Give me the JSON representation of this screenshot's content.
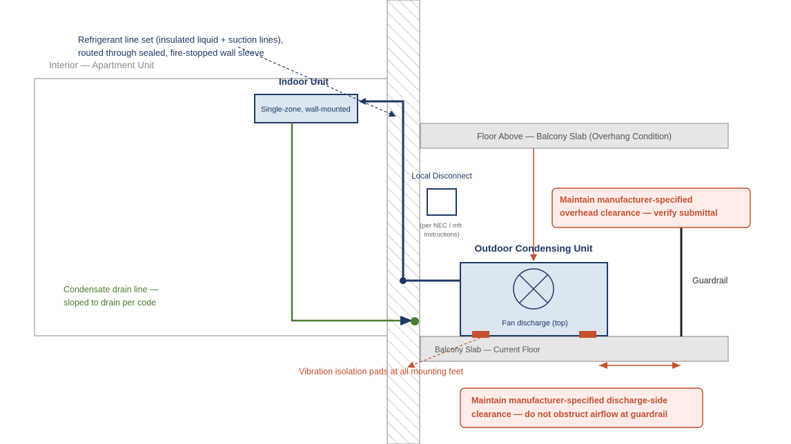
{
  "labels": {
    "refrigerant_line1": "Refrigerant line set (insulated liquid + suction lines),",
    "refrigerant_line2": "routed through sealed, fire-stopped wall sleeve",
    "interior": "Interior — Apartment Unit",
    "indoor_title": "Indoor Unit",
    "indoor_desc": "Single-zone, wall-mounted",
    "floor_above": "Floor Above — Balcony Slab (Overhang Condition)",
    "disconnect_title": "Local Disconnect",
    "disconnect_note1": "(per NEC / mfr.",
    "disconnect_note2": "instructions)",
    "overhead_note1": "Maintain manufacturer-specified",
    "overhead_note2": "overhead clearance — verify submittal",
    "outdoor_title": "Outdoor Condensing Unit",
    "fan_discharge": "Fan discharge (top)",
    "guardrail": "Guardrail",
    "condensate1": "Condensate drain line —",
    "condensate2": "sloped to drain per code",
    "balcony_slab": "Balcony Slab — Current Floor",
    "vibration": "Vibration isolation pads at all mounting feet",
    "discharge_note1": "Maintain manufacturer-specified discharge-side",
    "discharge_note2": "clearance — do not obstruct airflow at guardrail"
  },
  "colors": {
    "navy": "#1f3864",
    "green": "#4a7c2e",
    "orange": "#c4512f",
    "slab_fill": "#e6e6e6",
    "unit_fill": "#dce6f1",
    "callout_fill": "#fdecea"
  }
}
